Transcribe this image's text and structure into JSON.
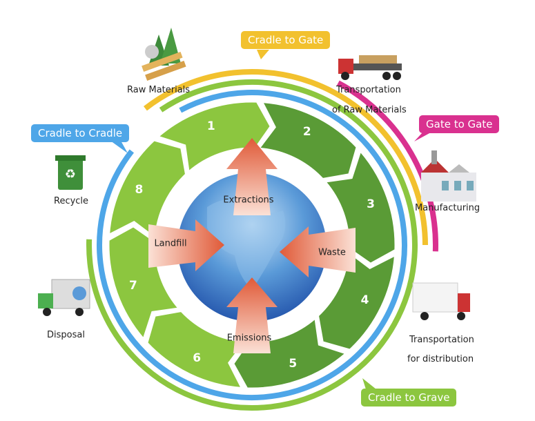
{
  "callouts": {
    "cradle_to_gate": {
      "label": "Cradle to Gate",
      "color": "#f2c12e"
    },
    "gate_to_gate": {
      "label": "Gate to Gate",
      "color": "#d9318f"
    },
    "cradle_to_cradle": {
      "label": "Cradle to Cradle",
      "color": "#4ea6e8"
    },
    "cradle_to_grave": {
      "label": "Cradle to Grave",
      "color": "#8cc63f"
    }
  },
  "stages": [
    {
      "number": "1"
    },
    {
      "number": "2"
    },
    {
      "number": "3"
    },
    {
      "number": "4"
    },
    {
      "number": "5"
    },
    {
      "number": "6"
    },
    {
      "number": "7"
    },
    {
      "number": "8"
    }
  ],
  "stage_labels": {
    "raw_materials": "Raw Materials",
    "transport_raw_1": "Transportation",
    "transport_raw_2": "of Raw Materials",
    "manufacturing": "Manufacturing",
    "transport_dist_1": "Transportation",
    "transport_dist_2": "for distribution",
    "disposal": "Disposal",
    "recycle": "Recycle"
  },
  "flows": {
    "extractions": "Extractions",
    "landfill": "Landfill",
    "waste": "Waste",
    "emissions": "Emissions"
  },
  "colors": {
    "green_light": "#8cc63f",
    "green_dark": "#5a9b36",
    "arrow": "#e05a38",
    "globe": "#2f6fc4"
  },
  "icons": {
    "raw_materials": "lumber-trees-icon",
    "transport_raw": "flatbed-truck-icon",
    "manufacturing": "factory-icon",
    "transport_dist": "box-truck-icon",
    "disposal": "garbage-truck-icon",
    "recycle": "recycle-bin-icon"
  }
}
